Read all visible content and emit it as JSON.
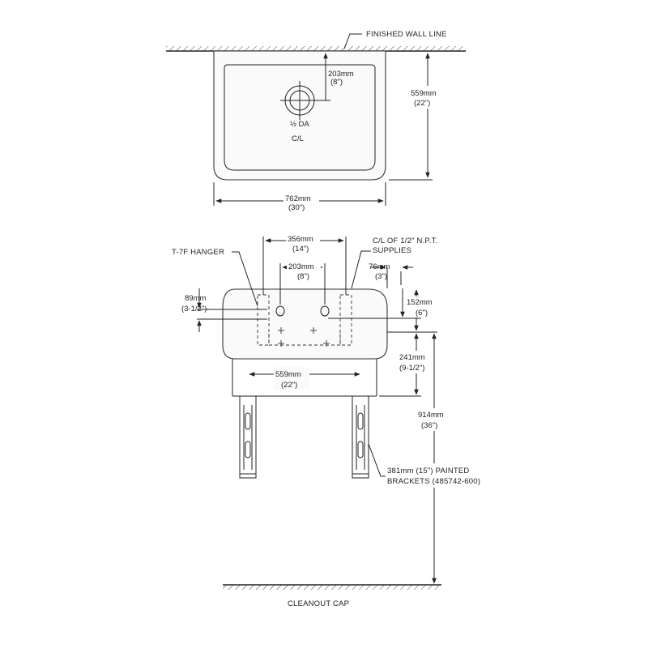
{
  "top_view": {
    "wall_label": "FINISHED WALL LINE",
    "drain_offset": {
      "mm": "203mm",
      "in": "(8\")"
    },
    "depth": {
      "mm": "559mm",
      "in": "(22\")"
    },
    "width": {
      "mm": "762mm",
      "in": "(30\")"
    },
    "center_line": "C/L",
    "drain_marks": "½  DA"
  },
  "front_view": {
    "hanger_label": "T-7F HANGER",
    "hanger_spacing": {
      "mm": "356mm",
      "in": "(14\")"
    },
    "supplies_label_1": "C/L OF 1/2\" N.P.T.",
    "supplies_label_2": "SUPPLIES",
    "supply_spacing": {
      "mm": "203mm",
      "in": "(8\")"
    },
    "supply_offset": {
      "mm": "76mm",
      "in": "(3\")"
    },
    "hanger_height": {
      "mm": "89mm",
      "in": "(3-1/2\")"
    },
    "supply_height": {
      "mm": "152mm",
      "in": "(6\")"
    },
    "bowl_depth": {
      "mm": "241mm",
      "in": "(9-1/2\")"
    },
    "bracket_spacing": {
      "mm": "559mm",
      "in": "(22\")"
    },
    "rim_height": {
      "mm": "914mm",
      "in": "(36\")"
    },
    "bracket_label_1": "381mm (15\") PAINTED",
    "bracket_label_2": "BRACKETS (485742-600)",
    "floor_label": "CLEANOUT CAP"
  }
}
